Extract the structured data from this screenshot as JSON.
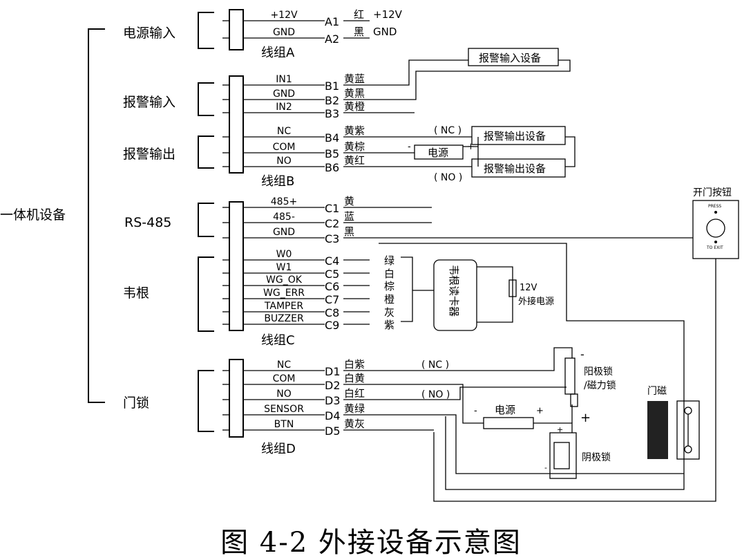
{
  "device": "一体机设备",
  "groups": {
    "power": "电源输入",
    "alarm_in": "报警输入",
    "alarm_out": "报警输出",
    "rs485": "RS-485",
    "wiegand": "韦根",
    "lock": "门锁"
  },
  "bundles": {
    "a": "线组A",
    "b": "线组B",
    "c": "线组C",
    "d": "线组D"
  },
  "wires": [
    {
      "sig": "+12V",
      "pin": "A1",
      "color": "红",
      "note": "+12V"
    },
    {
      "sig": "GND",
      "pin": "A2",
      "color": "黑",
      "note": "GND"
    },
    {
      "sig": "IN1",
      "pin": "B1",
      "color": "黄蓝"
    },
    {
      "sig": "GND",
      "pin": "B2",
      "color": "黄黑"
    },
    {
      "sig": "IN2",
      "pin": "B3",
      "color": "黄橙"
    },
    {
      "sig": "NC",
      "pin": "B4",
      "color": "黄紫"
    },
    {
      "sig": "COM",
      "pin": "B5",
      "color": "黄棕"
    },
    {
      "sig": "NO",
      "pin": "B6",
      "color": "黄红"
    },
    {
      "sig": "485+",
      "pin": "C1",
      "color": "黄"
    },
    {
      "sig": "485-",
      "pin": "C2",
      "color": "蓝"
    },
    {
      "sig": "GND",
      "pin": "C3",
      "color": "黑"
    },
    {
      "sig": "W0",
      "pin": "C4",
      "color": "绿"
    },
    {
      "sig": "W1",
      "pin": "C5",
      "color": "白"
    },
    {
      "sig": "WG_OK",
      "pin": "C6",
      "color": "棕"
    },
    {
      "sig": "WG_ERR",
      "pin": "C7",
      "color": "橙"
    },
    {
      "sig": "TAMPER",
      "pin": "C8",
      "color": "灰"
    },
    {
      "sig": "BUZZER",
      "pin": "C9",
      "color": "紫"
    },
    {
      "sig": "NC",
      "pin": "D1",
      "color": "白紫"
    },
    {
      "sig": "COM",
      "pin": "D2",
      "color": "白黄"
    },
    {
      "sig": "NO",
      "pin": "D3",
      "color": "白红"
    },
    {
      "sig": "SENSOR",
      "pin": "D4",
      "color": "黄绿"
    },
    {
      "sig": "BTN",
      "pin": "D5",
      "color": "黄灰"
    }
  ],
  "boxes": {
    "alarm_in_dev": "报警输入设备",
    "alarm_out_dev_1": "报警输出设备",
    "alarm_out_dev_2": "报警输出设备",
    "power_b": "电源",
    "power_d": "电源"
  },
  "labels": {
    "nc_b": "( NC )",
    "no_b": "( NO )",
    "nc_d": "( NC )",
    "no_d": "( NO )",
    "minus_b": "-",
    "plus_b": "+",
    "minus_d": "-",
    "plus_d": "+",
    "reader": "韦根读卡器",
    "ext_power_1": "12V",
    "ext_power_2": "外接电源",
    "exit_button": "开门按钮",
    "press": "PRESS",
    "to_exit": "TO EXIT",
    "anode_lock_1": "阳极锁",
    "anode_lock_2": "/磁力锁",
    "anode_minus": "-",
    "anode_plus": "+",
    "door_contact": "门磁",
    "cathode_lock": "阴极锁",
    "cathode_plus": "+",
    "cathode_minus": "-"
  },
  "caption": "图 4-2 外接设备示意图"
}
